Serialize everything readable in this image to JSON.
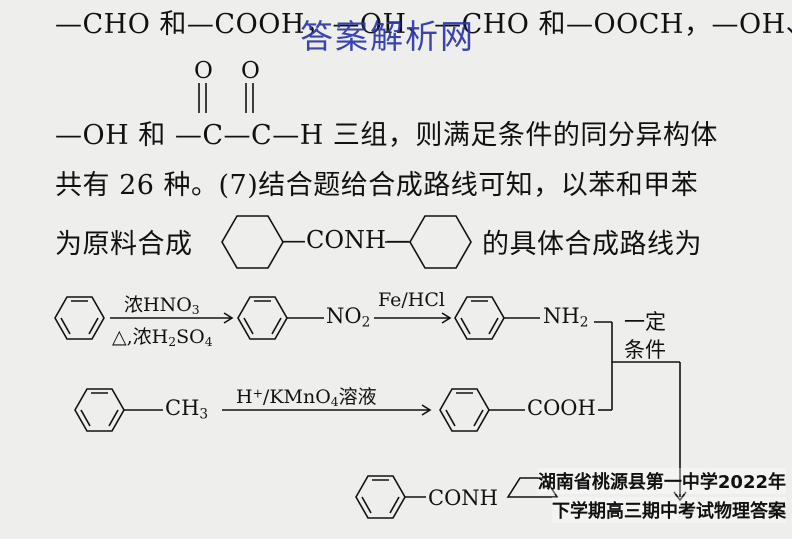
{
  "text": {
    "line1_a": "—CHO 和—COOH，—OH、—CHO 和—OOCH，—OH、",
    "carbonyl_o": "O",
    "line2_a": "—OH 和 —",
    "line2_c1": "C",
    "line2_dash": "—",
    "line2_c2": "C",
    "line2_end": "—H 三组，则满足条件的同分异构体",
    "line3": "共有 26 种。(7)结合题给合成路线可知，以苯和甲苯",
    "line4_a": "为原料合成",
    "line4_conh": "—CONH—",
    "line4_b": "的具体合成路线为"
  },
  "scheme": {
    "reagent1_top": "浓HNO",
    "reagent1_top_sub": "3",
    "reagent1_bottom_a": "△,浓H",
    "reagent1_bottom_sub1": "2",
    "reagent1_bottom_b": "SO",
    "reagent1_bottom_sub2": "4",
    "no2": "NO",
    "no2_sub": "2",
    "reagent2": "Fe/HCl",
    "nh2": "NH",
    "nh2_sub": "2",
    "cond_top": "一定",
    "cond_bottom": "条件",
    "ch3": "CH",
    "ch3_sub": "3",
    "reagent3_a": "H",
    "reagent3_sup": "+",
    "reagent3_b": "/KMnO",
    "reagent3_sub": "4",
    "reagent3_c": "溶液",
    "cooh": "COOH",
    "product": "CONH"
  },
  "watermarks": {
    "top": "答案解析网",
    "bottom_line1": "湖南省桃源县第一中学2022年",
    "bottom_line2": "下学期高三期中考试物理答案"
  }
}
